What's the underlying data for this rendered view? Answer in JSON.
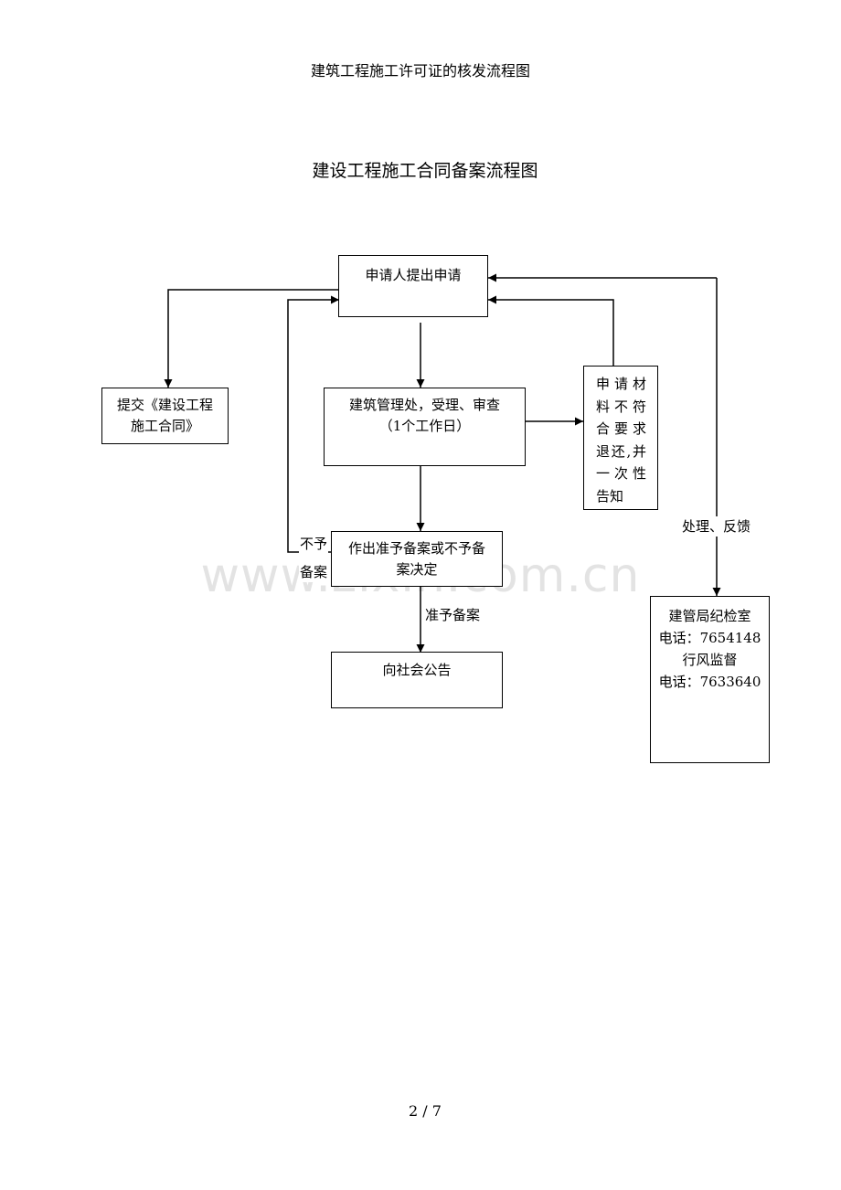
{
  "header": "建筑工程施工许可证的核发流程图",
  "title": "建设工程施工合同备案流程图",
  "watermark": "www.zixin.com.cn",
  "nodes": {
    "apply": [
      "申请人提出申请"
    ],
    "submit": [
      "提交《建设工程",
      "施工合同》"
    ],
    "review": [
      "建筑管理处，受理、审查",
      "（1个工作日）"
    ],
    "reject": [
      "申 请 材",
      "料 不 符",
      "合 要 求",
      "退还,并",
      "一 次 性",
      "告知"
    ],
    "decision": [
      "作出准予备案或不予备",
      "案决定"
    ],
    "publish": [
      "向社会公告"
    ],
    "supervise": [
      "建管局纪检室",
      "电话：7654148",
      "行风监督",
      "电话：7633640"
    ]
  },
  "labels": {
    "not_filed_1": "不予",
    "not_filed_2": "备案",
    "approved": "准予备案",
    "feedback": "处理、反馈"
  },
  "page_number": "2 / 7"
}
